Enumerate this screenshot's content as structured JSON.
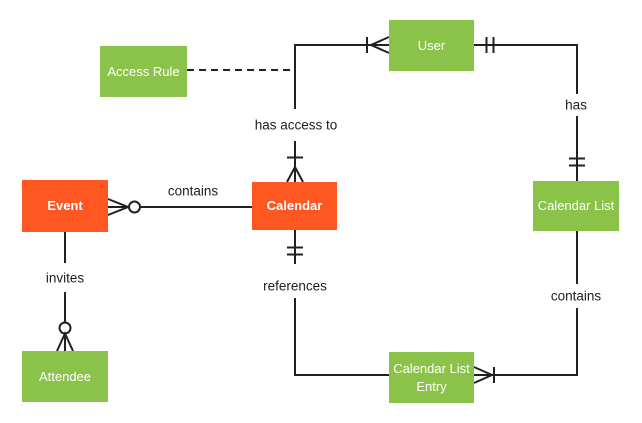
{
  "colors": {
    "entity_orange": "#FF5722",
    "entity_green": "#8BC34A",
    "line": "#212121",
    "background": "#FFFFFF",
    "entity_text": "#FFFFFF",
    "label_text": "#212121"
  },
  "entities": [
    {
      "id": "access-rule",
      "label": "Access Rule",
      "color": "green"
    },
    {
      "id": "user",
      "label": "User",
      "color": "green"
    },
    {
      "id": "event",
      "label": "Event",
      "color": "orange"
    },
    {
      "id": "calendar",
      "label": "Calendar",
      "color": "orange"
    },
    {
      "id": "calendar-list",
      "label": "Calendar List",
      "color": "green"
    },
    {
      "id": "attendee",
      "label": "Attendee",
      "color": "green"
    },
    {
      "id": "calendar-list-entry",
      "label": "Calendar List Entry",
      "color": "green"
    }
  ],
  "relationships": [
    {
      "label": "contains",
      "from": "Event",
      "to": "Calendar",
      "from_marker": "zero-or-many",
      "to_marker": "none",
      "style": "solid"
    },
    {
      "label": "invites",
      "from": "Event",
      "to": "Attendee",
      "from_marker": "none",
      "to_marker": "zero-or-many",
      "style": "solid"
    },
    {
      "label": "has access to",
      "from": "Calendar",
      "to": "User",
      "from_marker": "one-or-many",
      "to_marker": "one-or-many",
      "style": "solid"
    },
    {
      "label": "",
      "from": "Access Rule",
      "to": "has access to",
      "from_marker": "none",
      "to_marker": "none",
      "style": "dashed"
    },
    {
      "label": "has",
      "from": "User",
      "to": "Calendar List",
      "from_marker": "exactly-one",
      "to_marker": "exactly-one",
      "style": "solid"
    },
    {
      "label": "contains",
      "from": "Calendar List",
      "to": "Calendar List Entry",
      "from_marker": "none",
      "to_marker": "one-or-many",
      "style": "solid"
    },
    {
      "label": "references",
      "from": "Calendar",
      "to": "Calendar List Entry",
      "from_marker": "exactly-one",
      "to_marker": "none",
      "style": "solid"
    }
  ]
}
